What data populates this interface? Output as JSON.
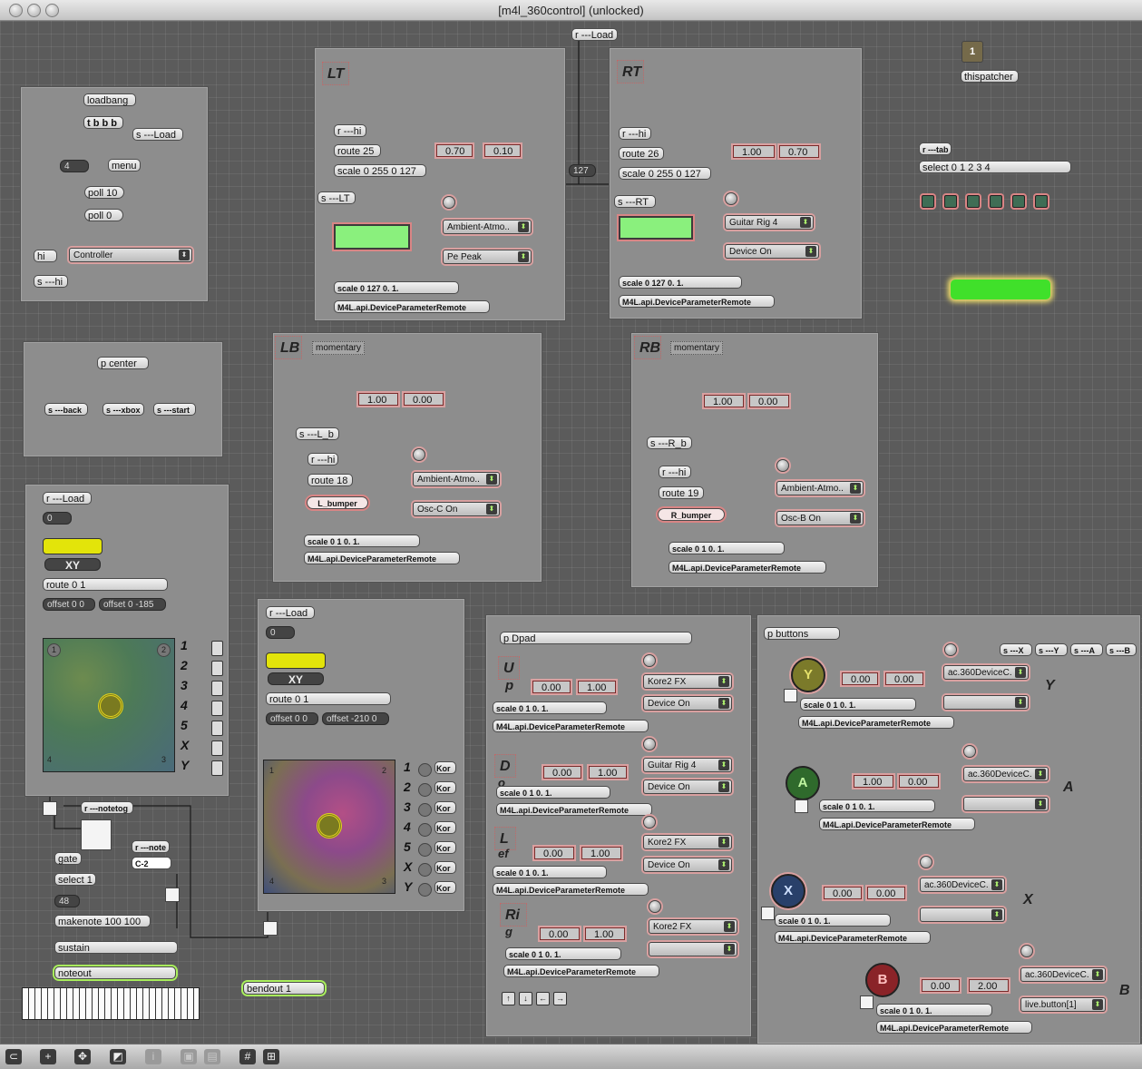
{
  "window": {
    "title": "[m4l_360control] (unlocked)"
  },
  "top": {
    "r_load": "r ---Load",
    "thispatcher": "thispatcher",
    "thispatcher_num": "1",
    "num127": "127"
  },
  "loadbang": {
    "loadbang": "loadbang",
    "tbbb": "t b b b",
    "s_load": "s ---Load",
    "num4": "4",
    "menu": "menu",
    "poll10": "poll 10",
    "poll0": "poll 0",
    "hi": "hi",
    "controller": "Controller",
    "s_hi": "s ---hi"
  },
  "center": {
    "p_center": "p center",
    "back": "s ---back",
    "xbox": "s ---xbox",
    "start": "s ---start"
  },
  "lt": {
    "label": "LT",
    "r_hi": "r ---hi",
    "route": "route 25",
    "scale": "scale 0 255 0 127",
    "s_t": "s ---LT",
    "n1": "0.70",
    "n2": "0.10",
    "m1": "Ambient-Atmo..",
    "m2": "Pe Peak",
    "scale2": "scale 0 127 0. 1.",
    "remote": "M4L.api.DeviceParameterRemote"
  },
  "rt": {
    "label": "RT",
    "r_hi": "r ---hi",
    "route": "route 26",
    "scale": "scale 0 255 0 127",
    "s_t": "s ---RT",
    "n1": "1.00",
    "n2": "0.70",
    "m1": "Guitar Rig 4",
    "m2": "Device On",
    "scale2": "scale 0 127 0. 1.",
    "remote": "M4L.api.DeviceParameterRemote"
  },
  "lb": {
    "label": "LB",
    "mode": "momentary",
    "s_b": "s ---L_b",
    "r_hi": "r ---hi",
    "route": "route 18",
    "bumper": "L_bumper",
    "n1": "1.00",
    "n2": "0.00",
    "m1": "Ambient-Atmo..",
    "m2": "Osc-C On",
    "scale": "scale 0 1 0. 1.",
    "remote": "M4L.api.DeviceParameterRemote"
  },
  "rb": {
    "label": "RB",
    "mode": "momentary",
    "s_b": "s ---R_b",
    "r_hi": "r ---hi",
    "route": "route 19",
    "bumper": "R_bumper",
    "n1": "1.00",
    "n2": "0.00",
    "m1": "Ambient-Atmo..",
    "m2": "Osc-B On",
    "scale": "scale 0 1 0. 1.",
    "remote": "M4L.api.DeviceParameterRemote"
  },
  "tab": {
    "r_tab": "r ---tab",
    "select": "select 0 1 2 3 4"
  },
  "xy1": {
    "r_load": "r ---Load",
    "zero": "0",
    "xy": "XY",
    "route": "route 0 1",
    "off1": "offset 0 0",
    "off2": "offset 0 -185",
    "rows": [
      "1",
      "2",
      "3",
      "4",
      "5",
      "X",
      "Y"
    ],
    "corners": [
      "1",
      "2",
      "4",
      "3"
    ]
  },
  "xy2": {
    "r_load": "r ---Load",
    "zero": "0",
    "xy": "XY",
    "route": "route 0 1",
    "off1": "offset 0 0",
    "off2": "offset -210 0",
    "rows": [
      "1",
      "2",
      "3",
      "4",
      "5",
      "X",
      "Y"
    ],
    "row_items": [
      "Kor",
      "Kor",
      "Kor",
      "Kor",
      "Kor",
      "Kor",
      "Kor"
    ],
    "corners": [
      "1",
      "2",
      "4",
      "3"
    ]
  },
  "notes": {
    "r_notetog": "r ---notetog",
    "r_note": "r ---note",
    "note": "C-2",
    "gate": "gate",
    "select": "select 1",
    "num48": "48",
    "makenote": "makenote 100 100",
    "sustain": "sustain",
    "noteout": "noteout",
    "bendout": "bendout 1"
  },
  "dpad": {
    "p": "p Dpad",
    "sections": [
      {
        "label": "U",
        "sub": "p",
        "n1": "0.00",
        "n2": "1.00",
        "m1": "Kore2 FX",
        "m2": "Device On",
        "scale": "scale 0 1 0. 1.",
        "remote": "M4L.api.DeviceParameterRemote"
      },
      {
        "label": "D",
        "sub": "o",
        "n1": "0.00",
        "n2": "1.00",
        "m1": "Guitar Rig 4",
        "m2": "Device On",
        "scale": "scale 0 1 0. 1.",
        "remote": "M4L.api.DeviceParameterRemote"
      },
      {
        "label": "L",
        "sub": "ef",
        "n1": "0.00",
        "n2": "1.00",
        "m1": "Kore2 FX",
        "m2": "Device On",
        "scale": "scale 0 1 0. 1.",
        "remote": "M4L.api.DeviceParameterRemote"
      },
      {
        "label": "Ri",
        "sub": "g",
        "n1": "0.00",
        "n2": "1.00",
        "m1": "Kore2 FX",
        "m2": "",
        "scale": "scale 0 1 0. 1.",
        "remote": "M4L.api.DeviceParameterRemote"
      }
    ]
  },
  "buttons": {
    "p": "p buttons",
    "sends": [
      "s ---X",
      "s ---Y",
      "s ---A",
      "s ---B"
    ],
    "rows": [
      {
        "ball": "Y",
        "color": "#7b7a2a",
        "n1": "0.00",
        "n2": "0.00",
        "m1": "ac.360DeviceC.",
        "side": "Y",
        "scale": "scale 0 1 0. 1.",
        "remote": "M4L.api.DeviceParameterRemote"
      },
      {
        "ball": "A",
        "color": "#2f6a2c",
        "n1": "1.00",
        "n2": "0.00",
        "m1": "ac.360DeviceC.",
        "side": "A",
        "scale": "scale 0 1 0. 1.",
        "remote": "M4L.api.DeviceParameterRemote"
      },
      {
        "ball": "X",
        "color": "#29406a",
        "n1": "0.00",
        "n2": "0.00",
        "m1": "ac.360DeviceC.",
        "side": "X",
        "scale": "scale 0 1 0. 1.",
        "remote": "M4L.api.DeviceParameterRemote"
      },
      {
        "ball": "B",
        "color": "#8a2328",
        "n1": "0.00",
        "n2": "2.00",
        "m1": "ac.360DeviceC.",
        "m2": "live.button[1]",
        "side": "B",
        "scale": "scale 0 1 0. 1.",
        "remote": "M4L.api.DeviceParameterRemote"
      }
    ]
  }
}
